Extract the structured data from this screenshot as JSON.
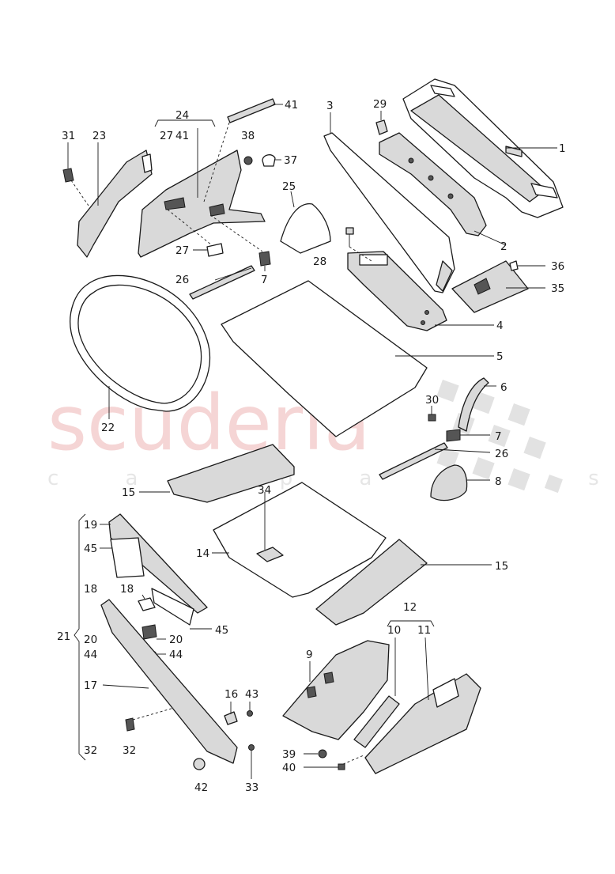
{
  "watermark": {
    "brand": "scuderia",
    "sub": "c a r  p a r t s"
  },
  "labels": {
    "l1": "1",
    "l2": "2",
    "l3": "3",
    "l4": "4",
    "l5": "5",
    "l6": "6",
    "l7a": "7",
    "l7b": "7",
    "l8": "8",
    "l9": "9",
    "l10": "10",
    "l11": "11",
    "l12": "12",
    "l14": "14",
    "l15a": "15",
    "l15b": "15",
    "l16": "16",
    "l17": "17",
    "l18a": "18",
    "l18b": "18",
    "l19": "19",
    "l20a": "20",
    "l20b": "20",
    "l21": "21",
    "l22": "22",
    "l23": "23",
    "l24": "24",
    "l25": "25",
    "l26a": "26",
    "l26b": "26",
    "l27a": "27",
    "l27b": "27",
    "l28": "28",
    "l29": "29",
    "l30": "30",
    "l31": "31",
    "l32a": "32",
    "l32b": "32",
    "l33": "33",
    "l34": "34",
    "l35": "35",
    "l36": "36",
    "l37": "37",
    "l38": "38",
    "l39": "39",
    "l40": "40",
    "l41a": "41",
    "l41b": "41",
    "l42": "42",
    "l43": "43",
    "l44a": "44",
    "l44b": "44",
    "l45a": "45",
    "l45b": "45"
  }
}
